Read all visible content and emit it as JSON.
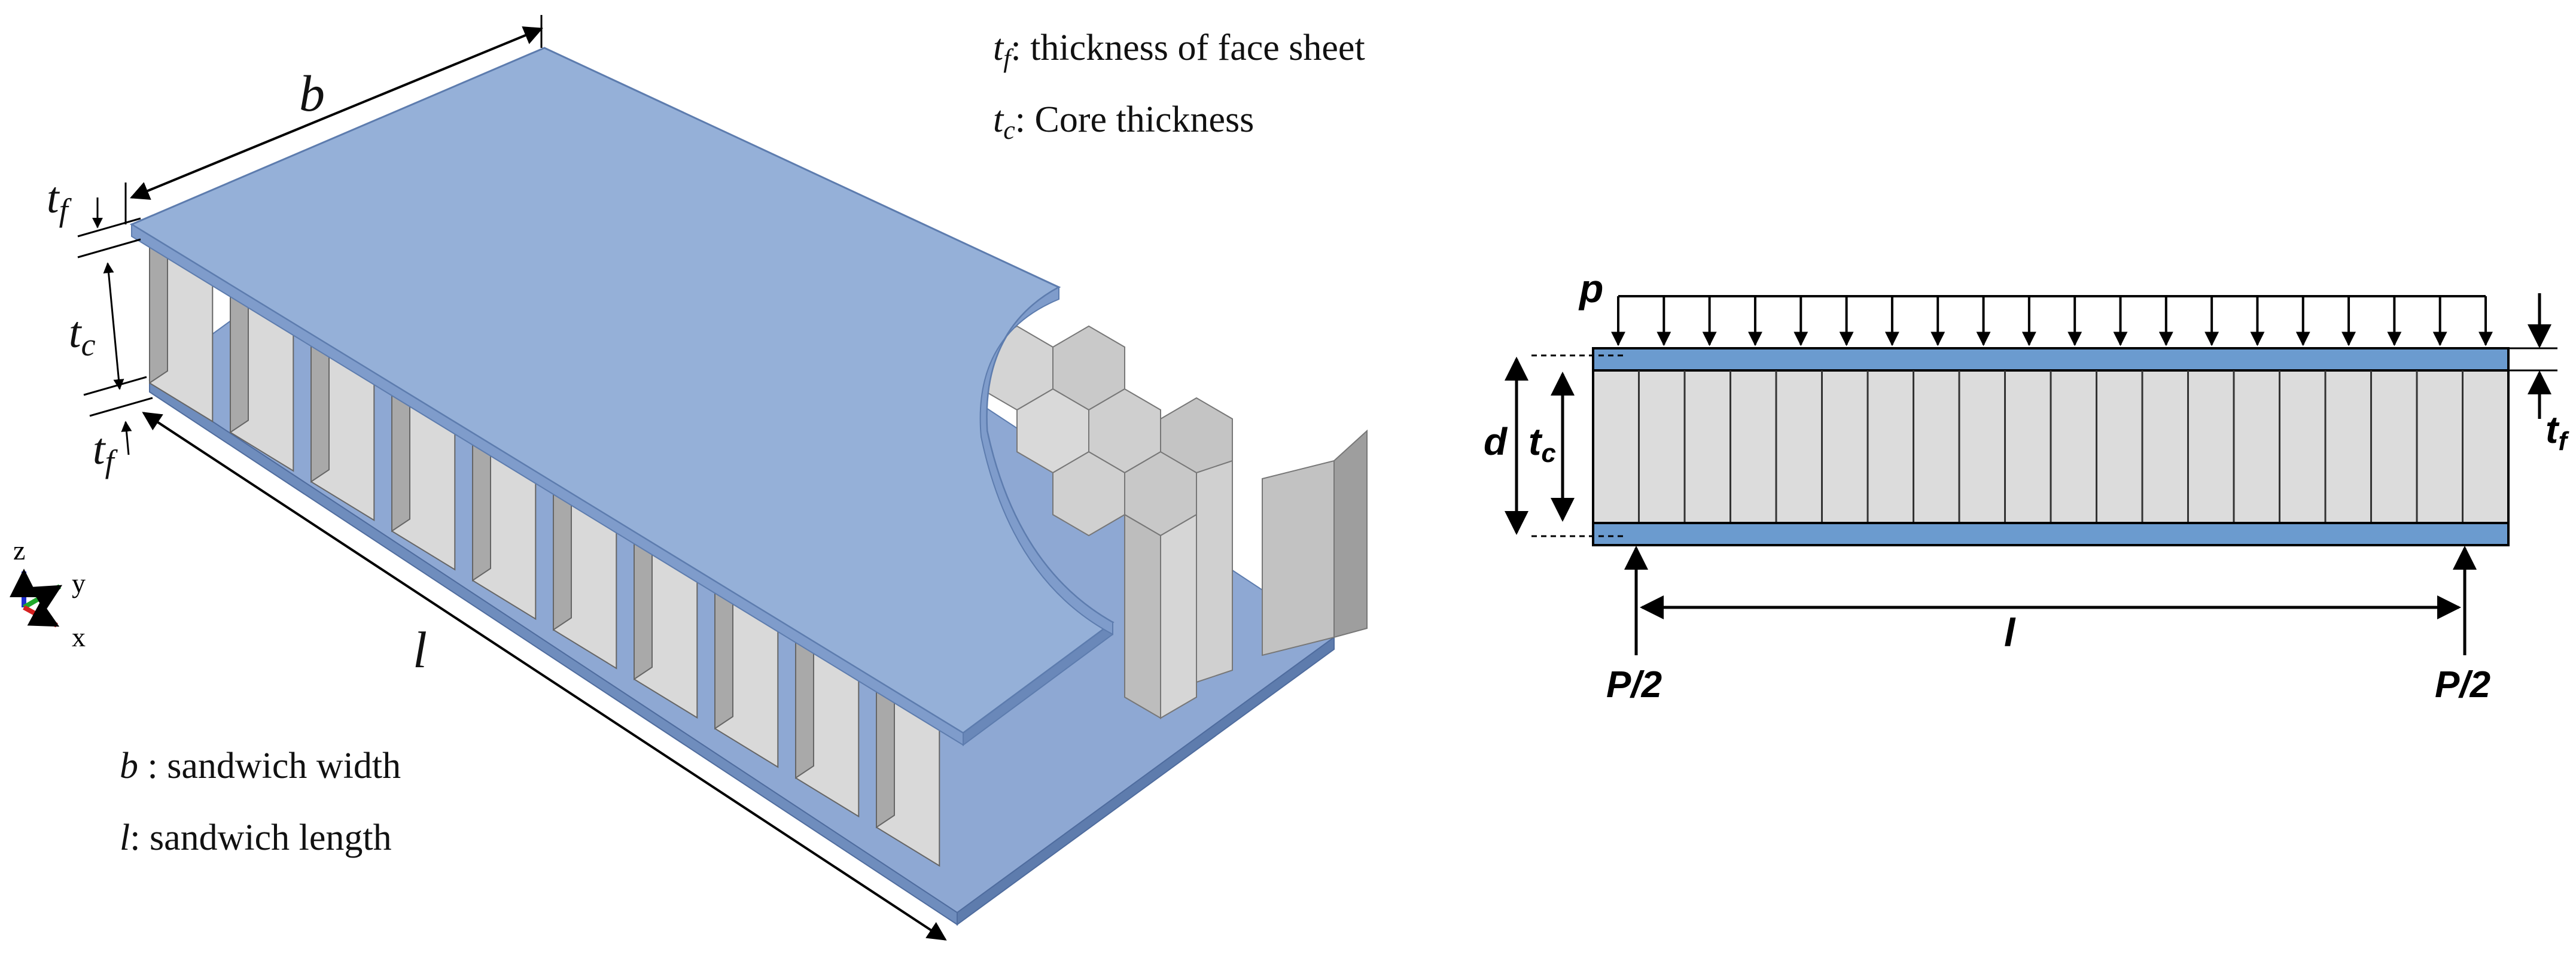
{
  "legend_top": [
    {
      "sym": "t",
      "sub": "f",
      "text": ": thickness of face sheet"
    },
    {
      "sym": "t",
      "sub": "c",
      "text": ": Core thickness"
    }
  ],
  "legend_bottom": [
    {
      "sym": "b",
      "text": " : sandwich  width"
    },
    {
      "sym": "l",
      "text": ": sandwich length"
    }
  ],
  "iso_labels": {
    "b": "b",
    "l": "l",
    "tf_top": "t",
    "tf_top_sub": "f",
    "tc": "t",
    "tc_sub": "c",
    "tf_bottom": "t",
    "tf_bottom_sub": "f"
  },
  "axes": {
    "z": "z",
    "y": "y",
    "x": "x"
  },
  "beam_labels": {
    "p": "p",
    "d": "d",
    "tc": "t",
    "tc_sub": "c",
    "tf": "t",
    "tf_sub": "f",
    "l": "l",
    "left_reaction": "P/2",
    "right_reaction": "P/2"
  },
  "colors": {
    "face_sheet": "#95b0d8",
    "face_sheet_side": "#7f9ccb",
    "core_cell": "#d9d9d9",
    "core_cell_dark": "#b5b5b5",
    "beam_face": "#6b9bcf",
    "beam_core": "#dcdcdc"
  }
}
